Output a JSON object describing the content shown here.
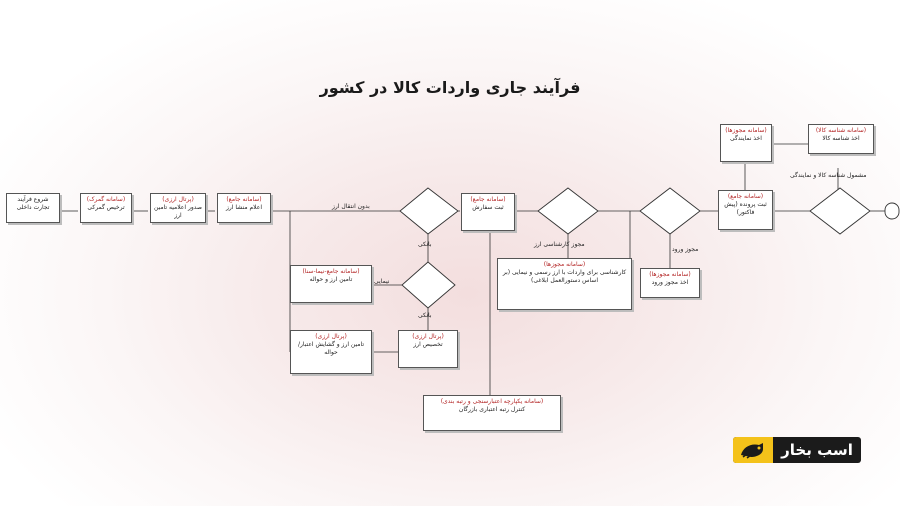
{
  "title": "فرآیند جاری واردات کالا در کشور",
  "nodes": {
    "start_trade": "شروع فرآیند تجارت داخلی",
    "customs": {
      "header": "(سامانه گمرک)",
      "text": "ترخیص گمرکی"
    },
    "currency_portal_1": {
      "header": "(پرتال ارزی)",
      "text": "صدور اعلامیه تامین ارز"
    },
    "unified_1": {
      "header": "(سامانه جامع)",
      "text": "اعلام منشا ارز"
    },
    "unified_order": {
      "header": "(سامانه جامع)",
      "text": "ثبت سفارش"
    },
    "unified_file": {
      "header": "(سامانه جامع)",
      "text": "ثبت پرونده (پیش فاکتور)"
    },
    "id_system": {
      "header": "(سامانه شناسه کالا)",
      "text": "اخذ شناسه کالا"
    },
    "permit_agency": {
      "header": "(سامانه مجوزها)",
      "text": "اخذ نمایندگی"
    },
    "permit_entry": {
      "header": "(سامانه مجوزها)",
      "text": "اخذ مجوز ورود"
    },
    "permit_expert": {
      "header": "(سامانه مجوزها)",
      "text": "کارشناسی برای واردات با ارز رسمی و نیمایی (بر اساس دستورالعمل ابلاغی)"
    },
    "unified_nima": {
      "header": "(سامانه جامع-نیما-سنا)",
      "text": "تامین ارز و حواله"
    },
    "currency_portal_2": {
      "header": "(پرتال ارزی)",
      "text": "تامین ارز و گشایش اعتبار/حواله"
    },
    "currency_portal_3": {
      "header": "(پرتال ارزی)",
      "text": "تخصیص ارز"
    },
    "credit_system": {
      "header": "(سامانه یکپارچه اعتبارسنجی و رتبه بندی)",
      "text": "کنترل رتبه اعتباری بازرگان"
    }
  },
  "edge_labels": {
    "no_currency_transfer": "بدون انتقال ارز",
    "with_bank": "بانکی",
    "non_bank": "نیمایی",
    "bank_2": "بانکی",
    "expert_permit": "مجوز کارشناسی ارز",
    "entry_permit": "مجوز ورود",
    "id_and_agency": "مشمول شناسه کالا و نمایندگی"
  },
  "logo": {
    "text": "اسب بخار"
  }
}
